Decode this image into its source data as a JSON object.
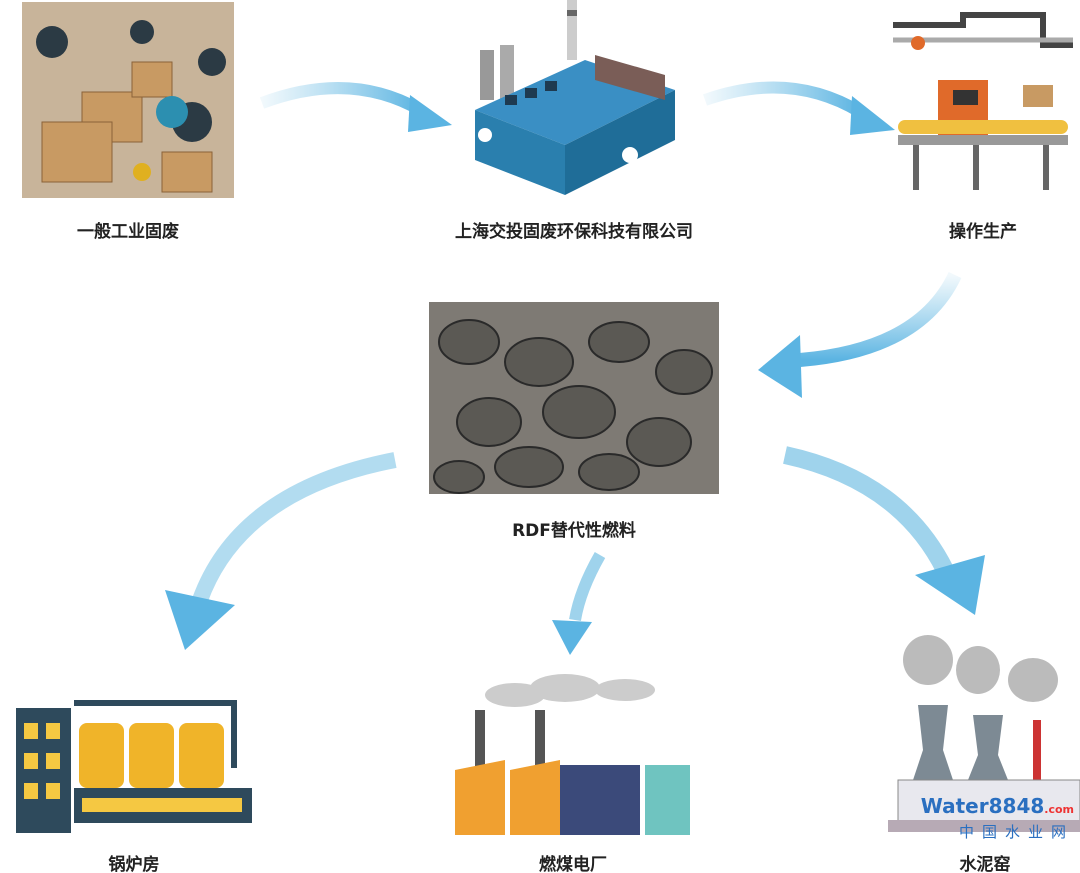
{
  "nodes": {
    "waste": "一般工业固废",
    "company": "上海交投固废环保科技有限公司",
    "production": "操作生产",
    "rdf": "RDF替代性燃料",
    "boiler": "锅炉房",
    "coal_plant": "燃煤电厂",
    "cement_kiln": "水泥窑"
  },
  "watermark": {
    "brand": "Water8848",
    "domain": ".com",
    "cn": "中国水业网"
  },
  "colors": {
    "arrow": "#7cc3e6",
    "factory": "#2a7fae",
    "boiler": "#f0b429"
  }
}
